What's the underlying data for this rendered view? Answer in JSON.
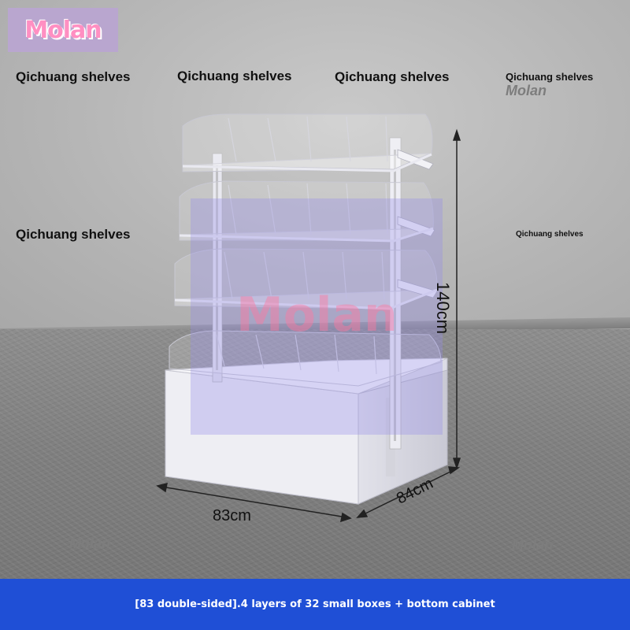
{
  "logo": {
    "text": "Molan",
    "color": "#ff8fc2"
  },
  "labels": [
    "Qichuang shelves",
    "Qichuang shelves",
    "Qichuang shelves",
    "Qichuang shelves",
    "Qichuang shelves",
    "Qichuang shelves"
  ],
  "watermarks": {
    "molan": "Molan",
    "center": "Molan"
  },
  "dimensions": {
    "height": "140cm",
    "width": "83cm",
    "depth": "84cm"
  },
  "banner": {
    "text": "[83 double-sided].4 layers of 32 small boxes + bottom cabinet",
    "color": "#1f4fd6"
  }
}
